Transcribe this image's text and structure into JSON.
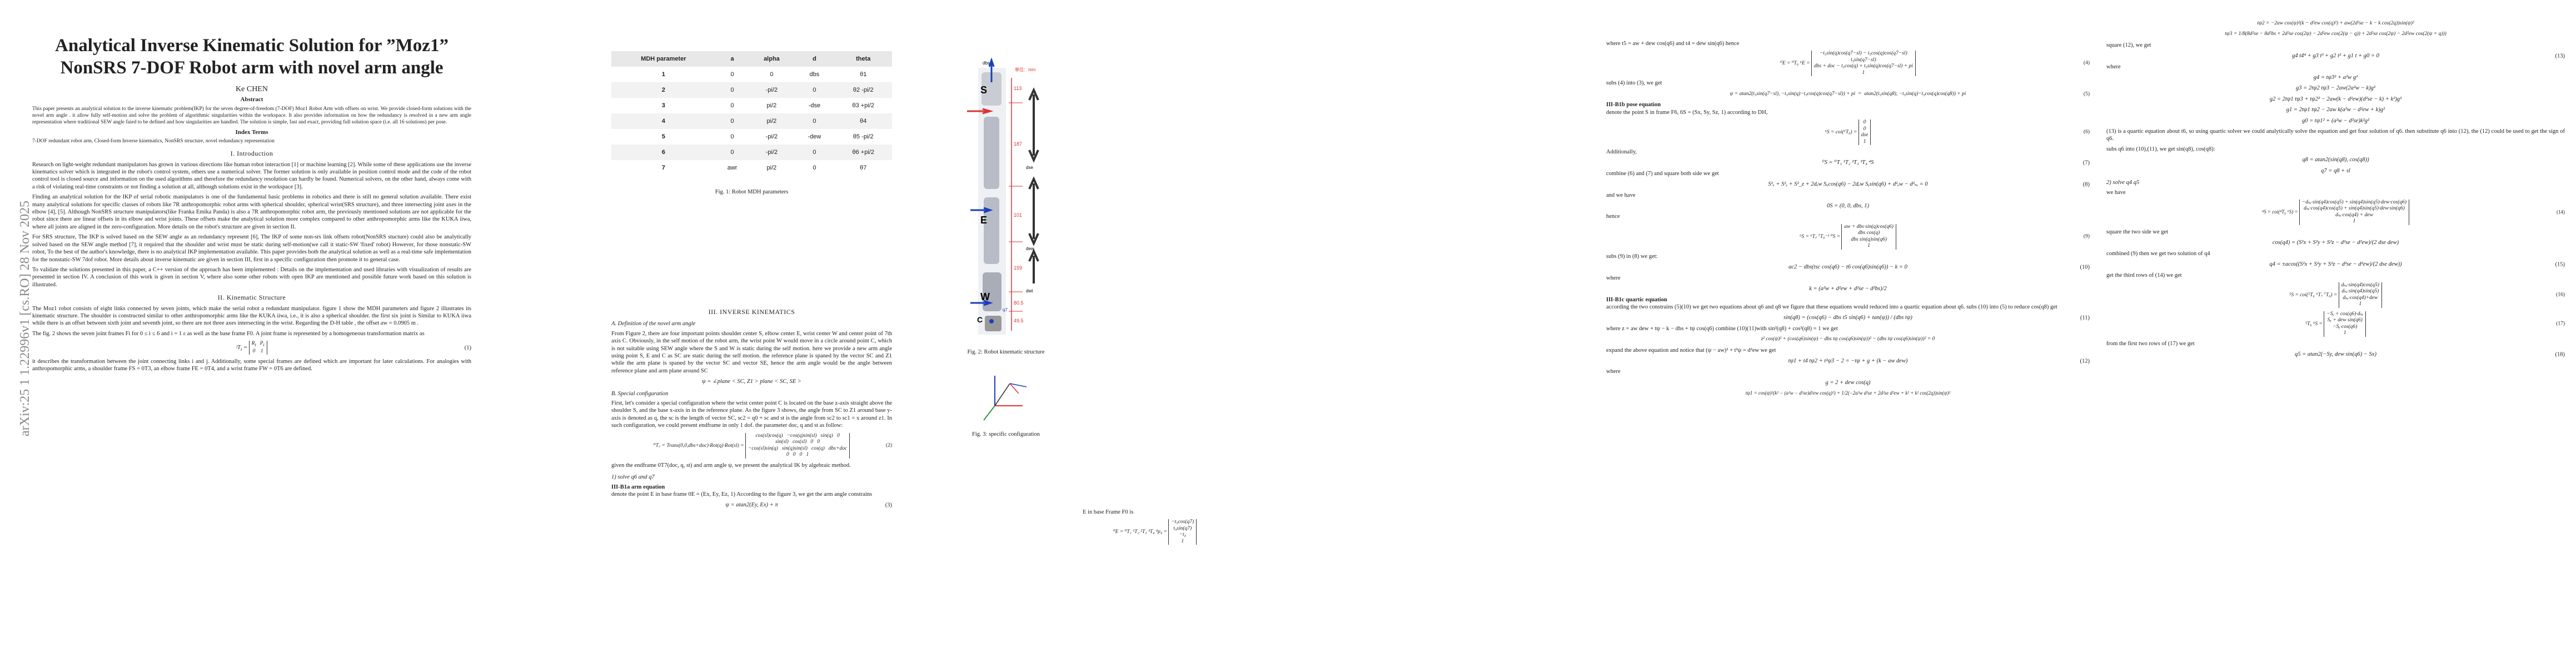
{
  "arxiv_id": "arXiv:25 1 1.22996v1 [cs.RO] 28 Nov 2025",
  "paper": {
    "title": "Analytical Inverse Kinematic Solution for ”Moz1” NonSRS 7-DOF Robot arm with novel arm angle",
    "author": "Ke CHEN",
    "abstract_heading": "Abstract",
    "abstract": "This paper presents an analytical solution to the inverse kinematic problem(IKP) for the seven degree-of-freedom (7-DOF) Moz1 Robot Arm with offsets on wrist. We provide closed-form solutions with the novel arm angle . it allow fully self-motion and solve the problem of algorithmic singularities within the workspace. It also provides information on how the redundancy is resolved in a new arm angle representation where traditional SEW angle faied to be defined and how singularities are handled. The solution is simple, fast and exact, providing full solution space (i.e. all 16 solutions) per pose.",
    "index_heading": "Index Terms",
    "index_terms": "7-DOF redundant robot arm, Closed-form Inverse kinematics, NonSRS structure, novel redundancy representation",
    "sec1_heading": "I. Introduction",
    "intro_p1": "Research on light-weight redundant manipulators has grown in various directions like human robot interaction [1] or machine learning [2]. While some of these applications use the inverse kinematics solver which is integrated in the robot's control system, others use a numerical solver. The former solution is only available in position control mode and the code of the robot control tool is closed source and information on the used algorithms and therefore the redundancy resolution can hardly be found. Numerical solvers, on the other hand, always come with a risk of violating real-time constraints or not finding a solution at all, although solutions exist in the workspace [3].",
    "intro_p2": "Finding an analytical solution for the IKP of serial robotic manipulators is one of the fundamental basic problems in robotics and there is still no general solution available. There exist many analytical solutions for specific classes of robots like 7R anthropomorphic robot arms with spherical shoulder, spherical wrist(SRS structure), and three intersecting joint axes in the elbow [4], [5]. Although NonSRS structure manipulators(like Franka Emika Panda) is also a 7R anthropomorphic robot arm, the previously mentioned solutions are not applicable for the robot since there are linear offsets in its elbow and wrist joints. These offsets make the analytical solution more complex compared to other anthropomorphic arms like the KUKA iiwa, where all joints are aligned in the zero-configuration. More details on the robot's structure are given in section II.",
    "intro_p3": "For SRS structure, The IKP is solved based on the SEW angle as an redundancy represent [6], The IKP of some non-srs link offsets robot(NonSRS stucture) could also be analytically solved based on the SEW angle method [7], it required that the shoulder and wrist must be static during self-motion(we call it static-SW 'fixed' robot) However, for those nonstatic-SW robot, To the best of the author's knowledge, there is no analytical IKP implementation available. This paper provides both the analytical solution as well as a real-time safe implementation for the nonstatic-SW 7dof robot. More details about inverse kinematic are given in section III, first in a specific configuration then promote it to general case.",
    "intro_p4": "To validate the solutions presented in this paper, a C++ version of the approach has been implemented : Details on the implementation and used libraries with visualization of results are presented in section IV. A conclusion of this work is given in section V, where also some other robots with open IKP are mentioned and possible future work based on this solution is illustrated.",
    "sec2_heading": "II. Kinematic Structure",
    "ks_p1": "The Moz1 robot consists of eight links connected by seven joints, which make the serial robot a redundant manipulator. figure 1 show the MDH parameters and figure 2 illustrates its kinematic structure. The shoulder is constructed similar to other anthropomorphic arms like the KUKA iiwa, i.e., it is also a spherical shoulder. the first six joint is Similar to KUKA iiwa while there is an offset between sixth joint and seventh joint, so there are not three axes intersecting in the wrist. Regarding the D-H table , the offset aw = 0.0905 m .",
    "ks_p2": "The fig. 2 shows the seven joint frames Fi for 0 ≤ i ≤ 6 and i = 1 ε as well as the base frame F0. A joint frame is represented by a homogeneous transformation matrix as",
    "ks_p3": "it describes the transformation between the joint connecting links i and j. Additionally, some special frames are defined which are important for later calculations. For analogies with anthropomorphic arms, a shoulder frame FS = 0T3, an elbow frame FE = 0T4, and a wrist frame FW = 0T6 are defined.",
    "eq1_no": "(1)"
  },
  "mdh_table": {
    "headers": [
      "MDH parameter",
      "a",
      "alpha",
      "d",
      "theta"
    ],
    "rows": [
      [
        "1",
        "0",
        "0",
        "dbs",
        "θ1"
      ],
      [
        "2",
        "0",
        "-pi/2",
        "0",
        "θ2 -pi/2"
      ],
      [
        "3",
        "0",
        "pi/2",
        "-dse",
        "θ3 +pi/2"
      ],
      [
        "4",
        "0",
        "pi/2",
        "0",
        "θ4"
      ],
      [
        "5",
        "0",
        "-pi/2",
        "-dew",
        "θ5 -pi/2"
      ],
      [
        "6",
        "0",
        "-pi/2",
        "0",
        "θ6 +pi/2"
      ],
      [
        "7",
        "awr",
        "pi/2",
        "0",
        "θ7"
      ]
    ],
    "caption": "Fig. 1: Robot MDH parameters"
  },
  "col2": {
    "sec3_heading": "III. INVERSE KINEMATICS",
    "subA": "A. Definition of the novel arm angle",
    "a_p1": "From Figure 2, there are four important points shoulder center S, elbow center E, wrist center W and center point of 7th axis C. Obviously, in the self motion of the robot arm, the wrist point W would move in a circle around point C, which is not suitable using SEW angle where the S and W is static during the self motion. here we provide a new arm angle using point S, E and C as SC are static during the self motion. the reference plane is spaned by the vector SC and Z1 while the arm plane is spaned by the vector SC and vector SE, hence the arm angle would be the angle between reference plane and arm plane around SC",
    "a_eq": "ψ = ∠plane < SC, Z1 > plane < SC, SE >",
    "subB": "B. Special configuration",
    "b_p1": "First, let's consider a special configuration where the wrist center point C is located on the base z-axis straight above the shoulder S, and the base x-axis in in the reference plane. As the figure 3 shows, the angle from SC to Z1 around base y-axis is denoted as q, the sc is the length of vector SC, sc2 = q0 + sc and st is the angle from sc2 to sc1 = x around z1. In such configuration, we could present endframe in only 1 dof. the parameter doc, q and st as follow:",
    "eq2_no": "(2)",
    "b_p2": "given the endframe 0T7(doc, q, st) and arm angle ψ, we present the analytical IK by algebraic method.",
    "sub1": "1) solve q6 and q7",
    "subIIIB1a": "III-B1a   arm equation",
    "b_p3": "denote the point E in base frame 0E = (Ex, Ey, Ez, 1) According to the figure 3, we get the arm angle constrains",
    "b_eq3": "ψ = atan2(Ey, Ex) + π",
    "eq3_no": "(3)",
    "fig2_caption": "Fig. 2: Robot kinematic structure",
    "fig3_caption": "Fig. 3: specific configuration",
    "robot_labels": {
      "l1": "113",
      "l2": "187",
      "l3": "101",
      "l4": "159",
      "l5": "80.5",
      "l6": "49.5",
      "unit": "单位：mm",
      "S": "S",
      "E": "E",
      "W": "W",
      "C": "C",
      "q7": "q7",
      "dbs": "dbs",
      "dse": "dse",
      "dew": "dew",
      "dwt": "dwt"
    }
  },
  "col3": {
    "e_in_base": "E in base Frame F0 is",
    "eq_eb": "0E = 0T4 0p4 = [ −t5cos(q7) ; t5sin(q7) ; −t4 ; 1 ]"
  },
  "col4": {
    "p1": "where t5 = aw + dew cos(q6) and t4 = dew sin(q6) hence",
    "eq4_no": "(4)",
    "p2": "subs (4) into (3), we get",
    "eq5_no": "(5)",
    "subIIIB1b": "III-B1b   pose equation",
    "p3": "denote the point S in frame F6, 6S = (Sx, Sy, Sz, 1) according to DH,",
    "eq6_no": "(6)",
    "p4": "Additionally,",
    "eq7_no": "(7)",
    "p5": "combine (6) and (7) and square both side we get",
    "eq8_no": "(8)",
    "p6": "and we have",
    "eq_p6": "0S = (0, 0, dbs, 1)",
    "p7": "hence",
    "eq9_no": "(9)",
    "p8": "subs (9) in (8) we get:",
    "eq10": "ac2 − dbs(tsc cos(q6) − t6 cos(q6)sin(q6)) − k = 0",
    "eq10_no": "(10)",
    "p9": "where",
    "eq_k": "k = (a²w + d²ew + d²se − d²bs)/2",
    "subIIIB1c": "III-B1c   quartic equation",
    "p10": "according the two constrains (5)(10) we get two equations about q6 and q8 we figure that these equations would reduced into a quartic equation about q6. subs (10) into (5) to reduce cos(q8) get",
    "eq11": "sin(q8) = (cos(q6) − dbs t5 sin(q6) + tan(ψ)) / (dbs tψ)",
    "eq11_no": "(11)",
    "p11": "where z = aw dew + tψ − k − dbs + tψ cos(q6) combine (10)(11)with sin²(q8) + cos²(q8) = 1 we get",
    "eq11b": "z² cos(ψ)² + (cos(q6)sin(ψ) − dbs tψ cos(q6)sin(ψ))² − (dbs tψ cos(q6)sin(ψ))² = 0",
    "p12": "expand the above equation and notice that (ψ − aw)² + t²ψ = d²ew we get",
    "eq12": "tψ1 + t4 tψ2 + t²ψ3 − 2 = −tψ + g + (k − aw dew)",
    "eq12_no": "(12)",
    "p13": "where",
    "eq12b": "g = 2 + dew cos(q)",
    "eq12c": "tψ1 = cos(ψ)²(k² − (a²w − d²se)d²ew cos(q)²) + 1/2(−2a²w d²se + 2d²se d²ew + k² + k² cos(2q))sin(ψ)²"
  },
  "col5": {
    "eq_top1": "tψ2 = −2aw cos(ψ)²(k − d²ew cos(q)²) + aw(2d²se − k − k cos(2q))sin(ψ)²",
    "eq_top2": "tψ3 = 1/8(8d²se − 8d²bs + 2d²se cos(2ψ) − 2d²ew cos(2(ψ − q)) + 2d²se cos(2ψ) − 2d²ew cos(2(ψ + q)))",
    "p1": "square (12), we get",
    "eq13": "g4 t4⁴ + g3 t³ + g2 t² + g1 t + g0 = 0",
    "eq13_no": "(13)",
    "p2": "where",
    "g4": "g4 = tψ3² + a²w g²",
    "g3": "g3 = 2tψ2 tψ3 − 2aw(2a²w − k)g²",
    "g2": "g2 = 2tψ1 tψ3 + tψ2² − 2aw(k − d²ew)(d²se − k) + k²)g²",
    "g1": "g1 = 2tψ1 tψ2 − 2aw k(a²w − d²ew + k)g²",
    "g0": "g0 = tψ1² + (a²w − d²se)k²g²",
    "p3": "(13) is a quartic equation about t6, so using quartic solver we could analytically solve the equation and get four solution of q6. then substitute q6 into (12), the (12) could be used to get the sign of q6.",
    "p4": "subs q6 into (10),(11), we get sin(q8), cos(q8):",
    "eq_q8": "q8 = atan2(sin(q8), cos(q8))",
    "eq_q7": "q7 = q8 + sl",
    "sub2": "2) solve q4 q5",
    "p5": "we have",
    "eq14_no": "(14)",
    "p6": "square the two side we get",
    "eq15": "cos(q4) = (S²x + S²y + S²z − d²se − d²ew)/(2 dse dew)",
    "p7": "combined (9) then we get two solution of q4",
    "eq15b": "q4 = ±acos((S²x + S²y + S²z − d²se − d²ew)/(2 dse dew))",
    "eq15_no": "(15)",
    "p8": "get the third rows of (14) we get",
    "eq16_no": "(16)",
    "eq17_no": "(17)",
    "p9": "from the first two rows of (17) we get",
    "eq18": "q5 = atan2(−Sy, dew sin(q6) − Sx)",
    "eq18_no": "(18)"
  }
}
